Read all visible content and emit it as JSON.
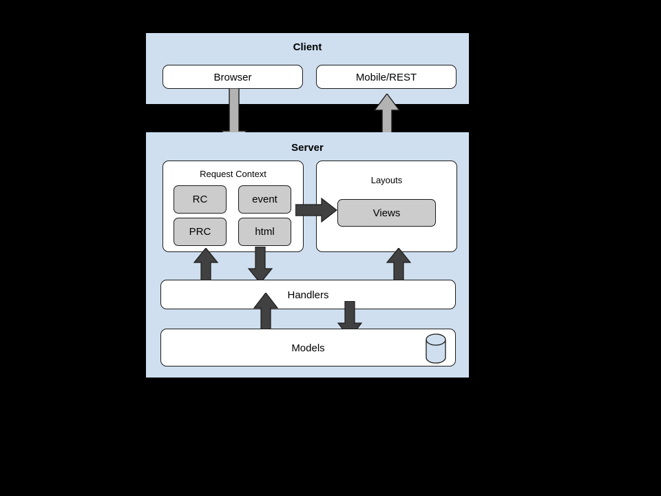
{
  "diagram": {
    "title_client": "Client",
    "title_server": "Server",
    "colors": {
      "panel_bg": "#cfdfef",
      "box_fill": "#ffffff",
      "chip_fill": "#cccccc",
      "stroke": "#1a1a1a",
      "arrow_grey": "#b3b3b3",
      "arrow_dark": "#414141",
      "canvas": "#000000",
      "db_fill": "#cfdfef"
    }
  },
  "client": {
    "label": "Client",
    "nodes": [
      {
        "label": "Browser"
      },
      {
        "label": "Mobile/REST"
      }
    ]
  },
  "server": {
    "label": "Server",
    "request_context": {
      "label": "Request Context",
      "chips": [
        {
          "label": "RC"
        },
        {
          "label": "event"
        },
        {
          "label": "PRC"
        },
        {
          "label": "html"
        }
      ]
    },
    "layouts": {
      "label": "Layouts",
      "chips": [
        {
          "label": "Views"
        }
      ]
    },
    "handlers": {
      "label": "Handlers"
    },
    "models": {
      "label": "Models",
      "db_icon": "database-cylinder-icon"
    }
  },
  "connections": [
    {
      "name": "browser-to-server",
      "direction": "down",
      "style": "grey"
    },
    {
      "name": "server-to-mobile",
      "direction": "up",
      "style": "grey"
    },
    {
      "name": "request-context-to-views",
      "direction": "right",
      "style": "dark"
    },
    {
      "name": "handlers-to-request-context",
      "direction": "up",
      "style": "dark"
    },
    {
      "name": "request-context-to-handlers",
      "direction": "down",
      "style": "dark"
    },
    {
      "name": "handlers-to-layouts",
      "direction": "up",
      "style": "dark"
    },
    {
      "name": "models-to-handlers",
      "direction": "up",
      "style": "dark"
    },
    {
      "name": "handlers-to-models",
      "direction": "down",
      "style": "dark"
    }
  ]
}
